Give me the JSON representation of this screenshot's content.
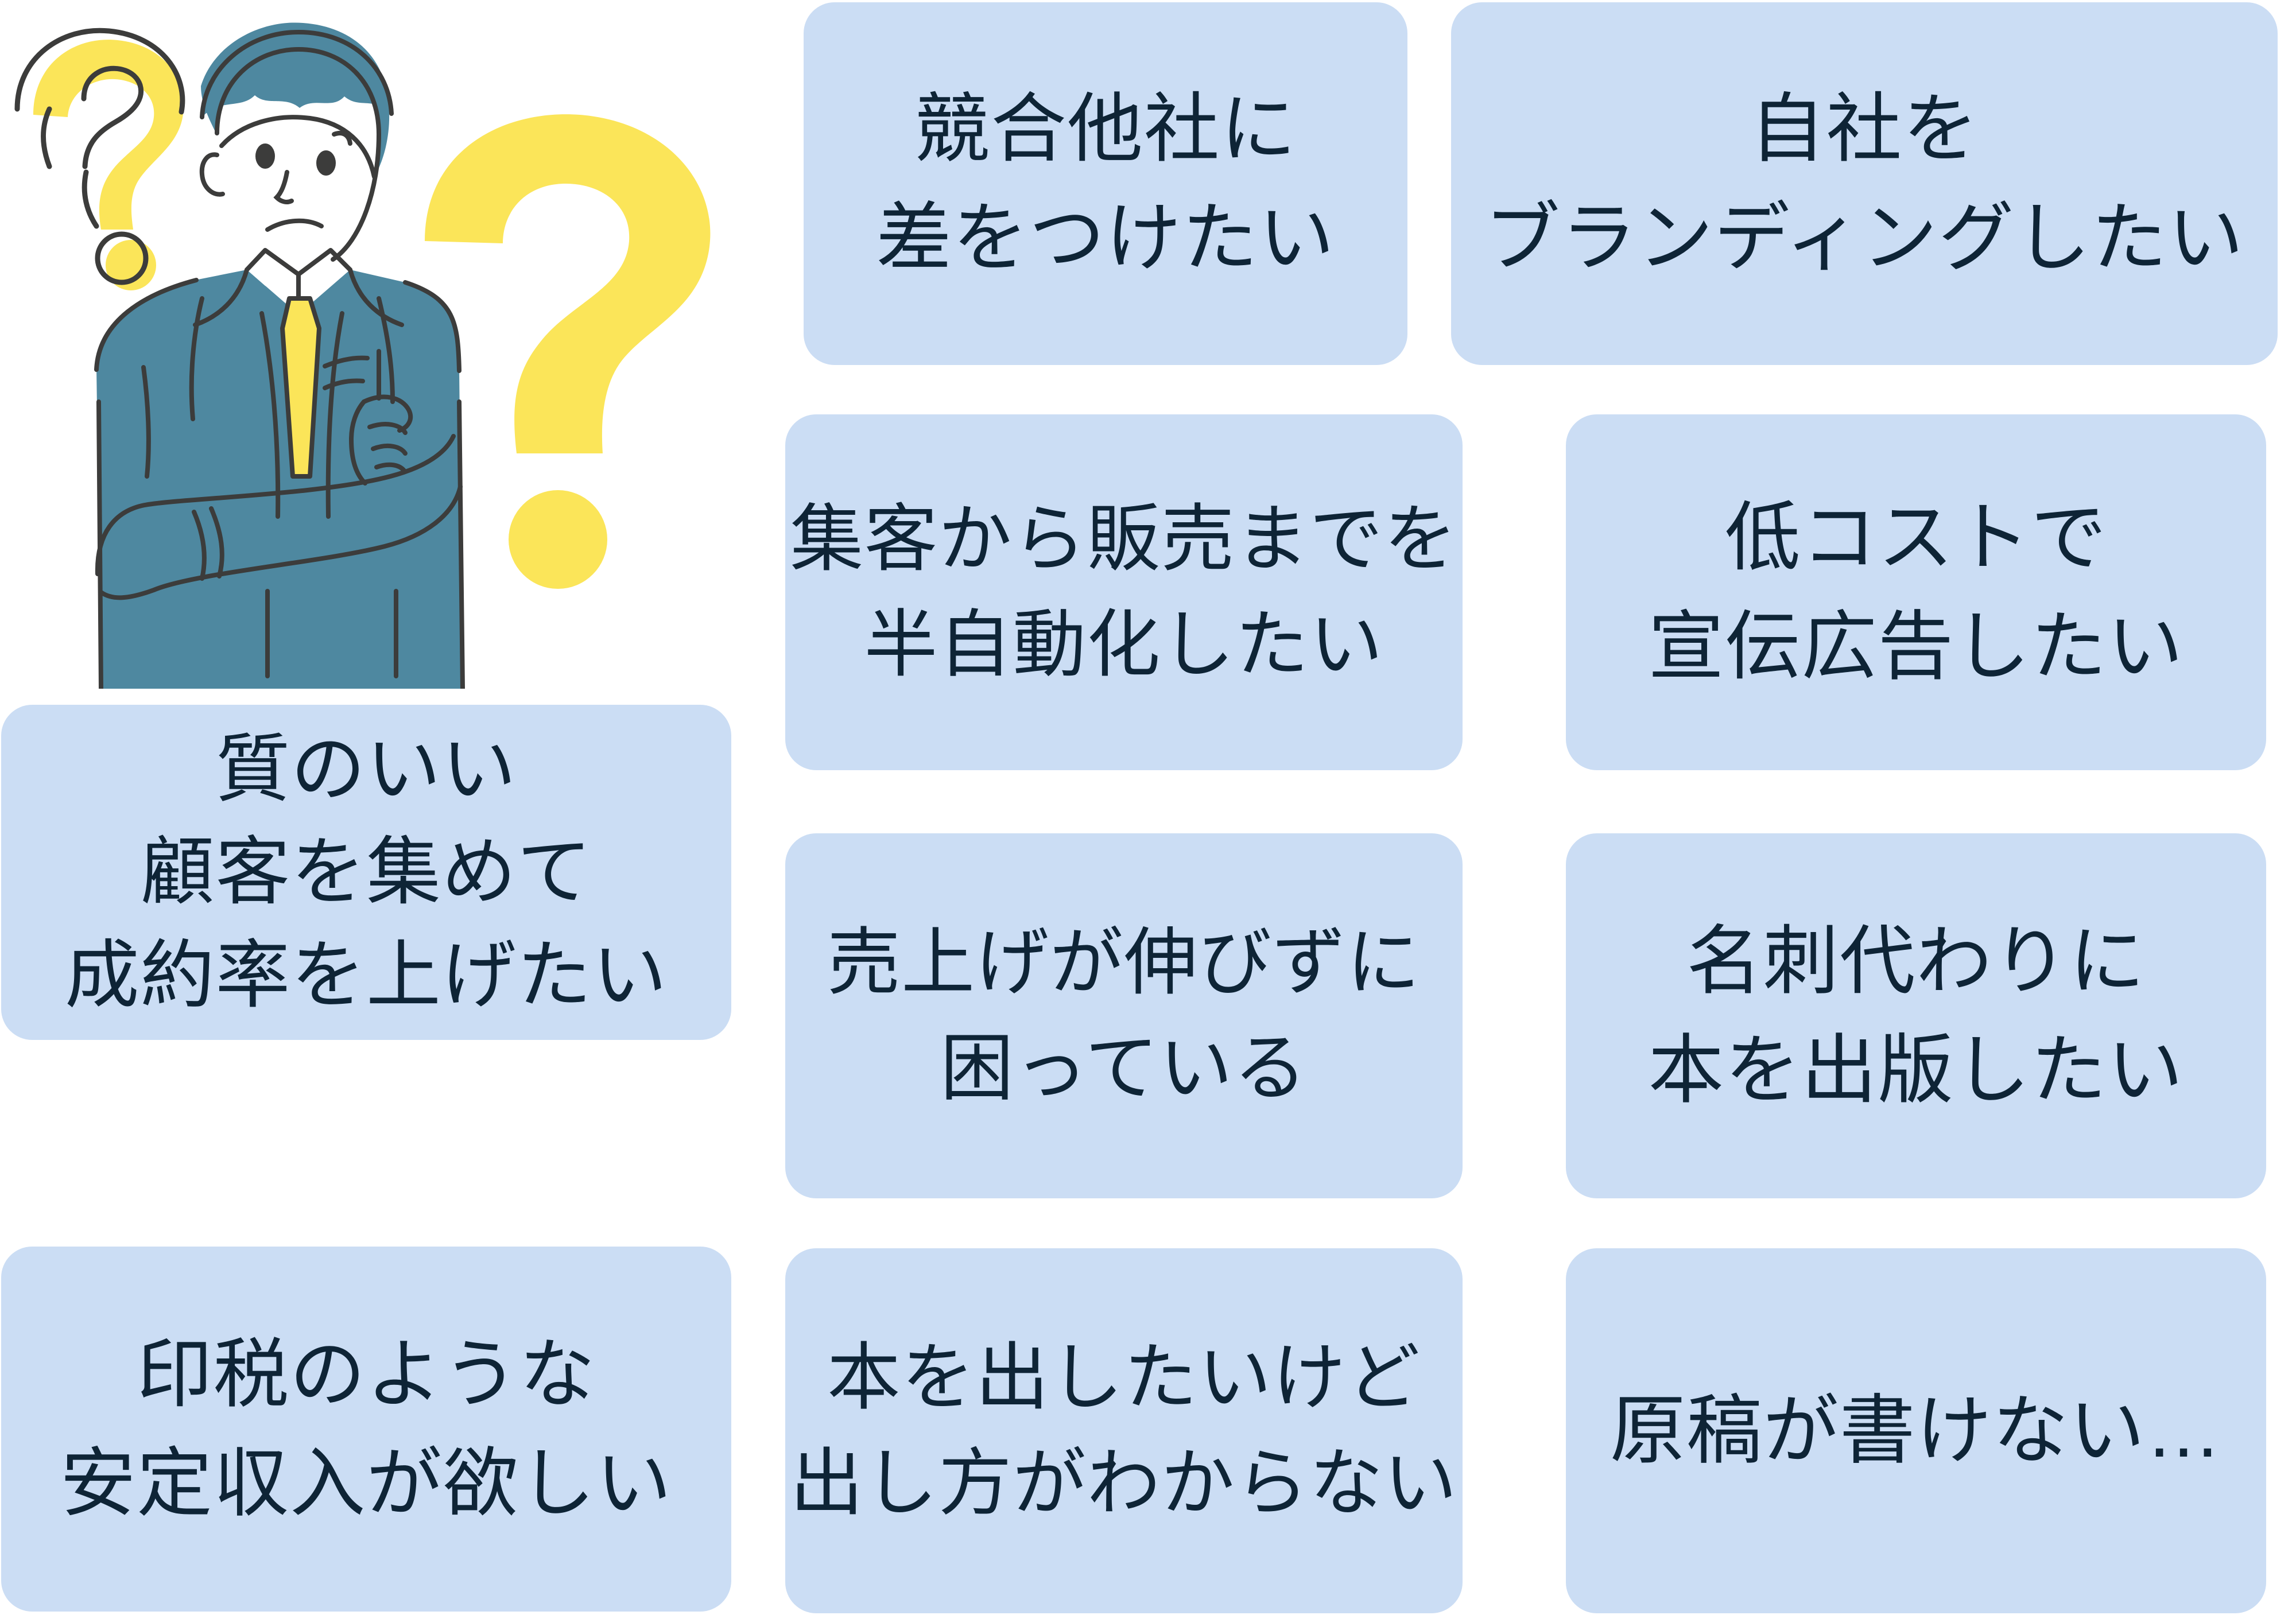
{
  "illustration": {
    "name": "thinking-businessman-with-question-marks",
    "colors": {
      "suit": "#4e88a0",
      "hair": "#4e88a0",
      "tie": "#fbe559",
      "question_mark": "#fbe559",
      "outline": "#3c3c3b",
      "skin": "#ffffff"
    }
  },
  "theme": {
    "card_background": "#cbddf4",
    "card_text": "#0e2436",
    "page_background": "#ffffff"
  },
  "cards": [
    {
      "id": "compete",
      "name": "differentiate-from-competitors",
      "lines": [
        "競合他社に",
        "差をつけたい"
      ]
    },
    {
      "id": "branding",
      "name": "brand-our-company",
      "lines": [
        "自社を",
        "ブランディングしたい"
      ]
    },
    {
      "id": "automate",
      "name": "semi-automate-acquisition-to-sales",
      "lines": [
        "集客から販売までを",
        "半自動化したい"
      ]
    },
    {
      "id": "lowcost",
      "name": "low-cost-advertising",
      "lines": [
        "低コストで",
        "宣伝広告したい"
      ]
    },
    {
      "id": "quality",
      "name": "attract-quality-customers-raise-conversion",
      "lines": [
        "質のいい",
        "顧客を集めて",
        "成約率を上げたい"
      ]
    },
    {
      "id": "sales",
      "name": "sales-not-growing",
      "lines": [
        "売上げが伸びずに",
        "困っている"
      ]
    },
    {
      "id": "meishi",
      "name": "publish-book-as-business-card",
      "lines": [
        "名刺代わりに",
        "本を出版したい"
      ]
    },
    {
      "id": "royalty",
      "name": "stable-royalty-like-income",
      "lines": [
        "印税のような",
        "安定収入が欲しい"
      ]
    },
    {
      "id": "howto",
      "name": "want-book-but-dont-know-how",
      "lines": [
        "本を出したいけど",
        "出し方がわからない"
      ]
    },
    {
      "id": "manuscript",
      "name": "cannot-write-manuscript",
      "lines": [
        "原稿が書けない…"
      ]
    }
  ]
}
